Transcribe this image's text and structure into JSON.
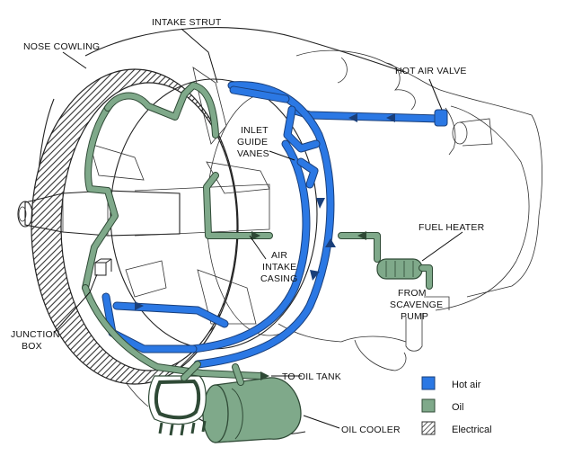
{
  "labels": {
    "intake_strut": "INTAKE STRUT",
    "nose_cowling": "NOSE COWLING",
    "hot_air_valve": "HOT AIR VALVE",
    "inlet_guide_vanes_1": "INLET",
    "inlet_guide_vanes_2": "GUIDE",
    "inlet_guide_vanes_3": "VANES",
    "fuel_heater": "FUEL HEATER",
    "air_intake_casing_1": "AIR",
    "air_intake_casing_2": "INTAKE",
    "air_intake_casing_3": "CASING",
    "from_scavenge_pump_1": "FROM",
    "from_scavenge_pump_2": "SCAVENGE",
    "from_scavenge_pump_3": "PUMP",
    "junction_box_1": "JUNCTION",
    "junction_box_2": "BOX",
    "to_oil_tank": "TO OIL TANK",
    "oil_cooler": "OIL COOLER"
  },
  "legend": {
    "items": [
      {
        "label": "Hot air",
        "color": "#2b78e4",
        "pattern": "solid"
      },
      {
        "label": "Oil",
        "color": "#7fa98a",
        "pattern": "solid"
      },
      {
        "label": "Electrical",
        "color": "#555555",
        "pattern": "hatch"
      }
    ]
  },
  "colors": {
    "hot_air": "#2b78e4",
    "oil": "#7fa98a",
    "electrical_hatch": "#555555"
  }
}
